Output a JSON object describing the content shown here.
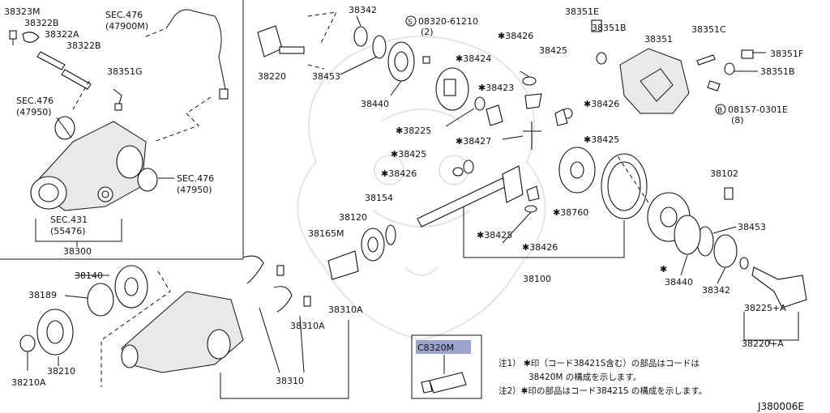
{
  "labels": {
    "p38323M": "38323M",
    "p38322B_a": "38322B",
    "p38322A": "38322A",
    "p38322B_b": "38322B",
    "sec476_top": "SEC.476",
    "sec476_top_sub": "(47900M)",
    "p38351G": "38351G",
    "sec476_left": "SEC.476",
    "sec476_left_sub": "(47950)",
    "sec476_right": "SEC.476",
    "sec476_right_sub": "(47950)",
    "sec431": "SEC.431",
    "sec431_sub": "(55476)",
    "p38300": "38300",
    "p38220": "38220",
    "p38342_top": "38342",
    "p38453_top": "38453",
    "p38440_top": "38440",
    "bolt_code": "08320-61210",
    "bolt_qty": "(2)",
    "p38426_a": "✱38426",
    "p38424": "✱38424",
    "p38425_a": "38425",
    "p38423": "✱38423",
    "p38225": "✱38225",
    "p38427": "✱38427",
    "p38425_b": "✱38425",
    "p38426_b": "✱38426",
    "p38425_c": "✱38425",
    "p38426_c": "✱38426",
    "p38760": "✱38760",
    "p38425_d": "✱38425",
    "p38426_d": "✱38426",
    "p38154": "38154",
    "p38120": "38120",
    "p38165M": "38165M",
    "p38100": "38100",
    "p38351E": "38351E",
    "p38351B_top": "38351B",
    "p38351": "38351",
    "p38351C": "38351C",
    "p38351F": "38351F",
    "p38351B_r": "38351B",
    "bolt_code_b": "08157-0301E",
    "bolt_qty_b": "(8)",
    "p38102": "38102",
    "p38453_r": "38453",
    "star_mark": "✱",
    "p38440_r": "38440",
    "p38342_r": "38342",
    "p38225A": "38225+A",
    "p38220A": "38220+A",
    "p38140": "38140",
    "p38189": "38189",
    "p38210": "38210",
    "p38210A": "38210A",
    "p38310A_a": "38310A",
    "p38310A_b": "38310A",
    "p38310": "38310",
    "sealant_code": "C8320M",
    "note1_a": "注1） ✱印（コード38421S含む）の部品はコードは",
    "note1_b": "38420M の構成を示します。",
    "note2": "注2）✱印の部品はコード38421S の構成を示します。",
    "diagram_code": "J380006E"
  },
  "colors": {
    "sealant_box": "#9aa4cf",
    "ink": "#111111"
  }
}
